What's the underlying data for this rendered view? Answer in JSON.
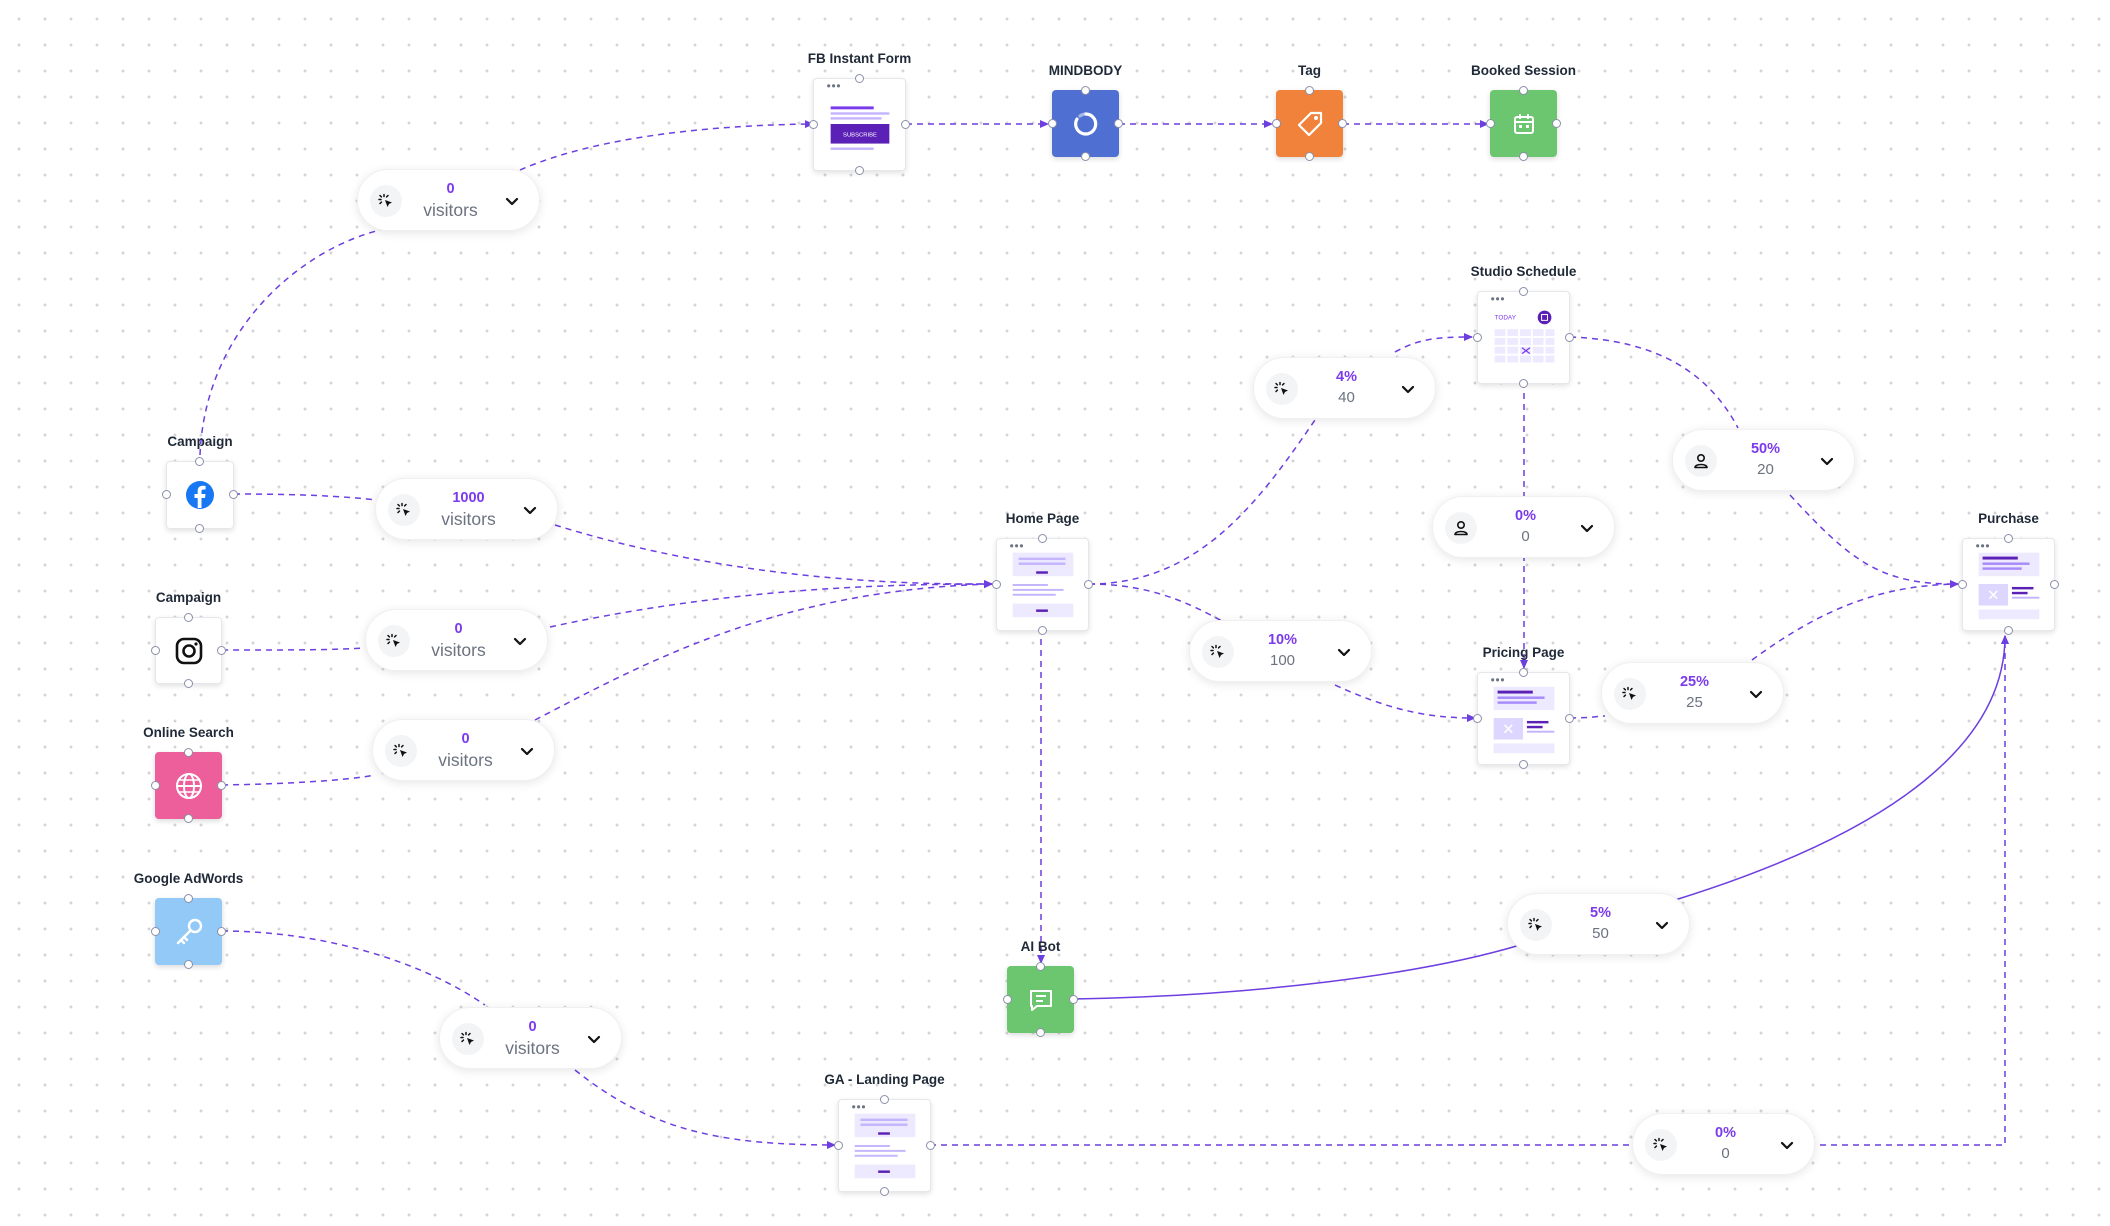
{
  "nodes": {
    "fb_instant_form": {
      "label": "FB Instant Form",
      "button_text": "SUBSCRIBE"
    },
    "mindbody": {
      "label": "MINDBODY",
      "color": "#4f70d2"
    },
    "tag": {
      "label": "Tag",
      "color": "#f0823c"
    },
    "booked_session": {
      "label": "Booked Session",
      "color": "#6cc56f"
    },
    "studio_schedule": {
      "label": "Studio Schedule",
      "today_text": "TODAY"
    },
    "campaign_facebook": {
      "label": "Campaign",
      "icon": "facebook-icon",
      "color": "#1877f2"
    },
    "campaign_instagram": {
      "label": "Campaign",
      "icon": "instagram-icon"
    },
    "online_search": {
      "label": "Online Search",
      "color": "#ec5f9a"
    },
    "google_adwords": {
      "label": "Google AdWords",
      "color": "#93c9f7"
    },
    "home_page": {
      "label": "Home Page"
    },
    "purchase": {
      "label": "Purchase"
    },
    "pricing_page": {
      "label": "Pricing Page"
    },
    "ai_bot": {
      "label": "AI Bot",
      "color": "#6cc56f"
    },
    "ga_landing_page": {
      "label": "GA - Landing Page"
    }
  },
  "connectors": {
    "fb_form_visitors": {
      "top": "0",
      "bottom": "visitors",
      "icon": "cursor-click-icon"
    },
    "facebook_visitors": {
      "top": "1000",
      "bottom": "visitors",
      "icon": "cursor-click-icon"
    },
    "instagram_visitors": {
      "top": "0",
      "bottom": "visitors",
      "icon": "cursor-click-icon"
    },
    "search_visitors": {
      "top": "0",
      "bottom": "visitors",
      "icon": "cursor-click-icon"
    },
    "adwords_visitors": {
      "top": "0",
      "bottom": "visitors",
      "icon": "cursor-click-icon"
    },
    "home_to_schedule": {
      "top": "4%",
      "bottom": "40",
      "icon": "cursor-click-icon"
    },
    "schedule_to_purchase": {
      "top": "50%",
      "bottom": "20",
      "icon": "person-icon"
    },
    "schedule_to_pricing": {
      "top": "0%",
      "bottom": "0",
      "icon": "person-icon"
    },
    "home_to_pricing": {
      "top": "10%",
      "bottom": "100",
      "icon": "cursor-click-icon"
    },
    "pricing_to_purchase": {
      "top": "25%",
      "bottom": "25",
      "icon": "cursor-click-icon"
    },
    "bot_to_purchase": {
      "top": "5%",
      "bottom": "50",
      "icon": "cursor-click-icon"
    },
    "landing_to_purchase": {
      "top": "0%",
      "bottom": "0",
      "icon": "cursor-click-icon"
    }
  },
  "colors": {
    "edge": "#6d3ee0",
    "accent": "#7c3aed",
    "page_accent": "#5b21b6"
  }
}
